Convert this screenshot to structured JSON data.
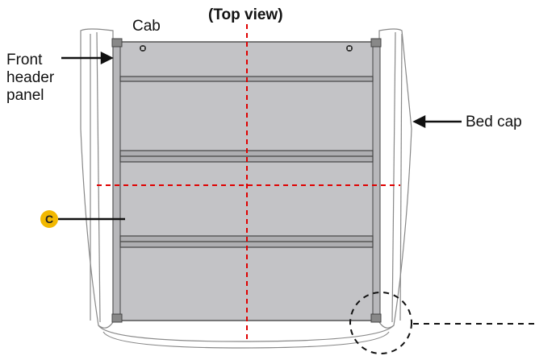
{
  "title": "(Top view)",
  "labels": {
    "cab": "Cab",
    "front_header": [
      "Front",
      "header",
      "panel"
    ],
    "bed_cap": "Bed cap",
    "callout": "C"
  },
  "colors": {
    "panel_fill": "#c3c3c6",
    "outline": "#555555",
    "centerline": "#e00000",
    "badge": "#f2b800"
  }
}
